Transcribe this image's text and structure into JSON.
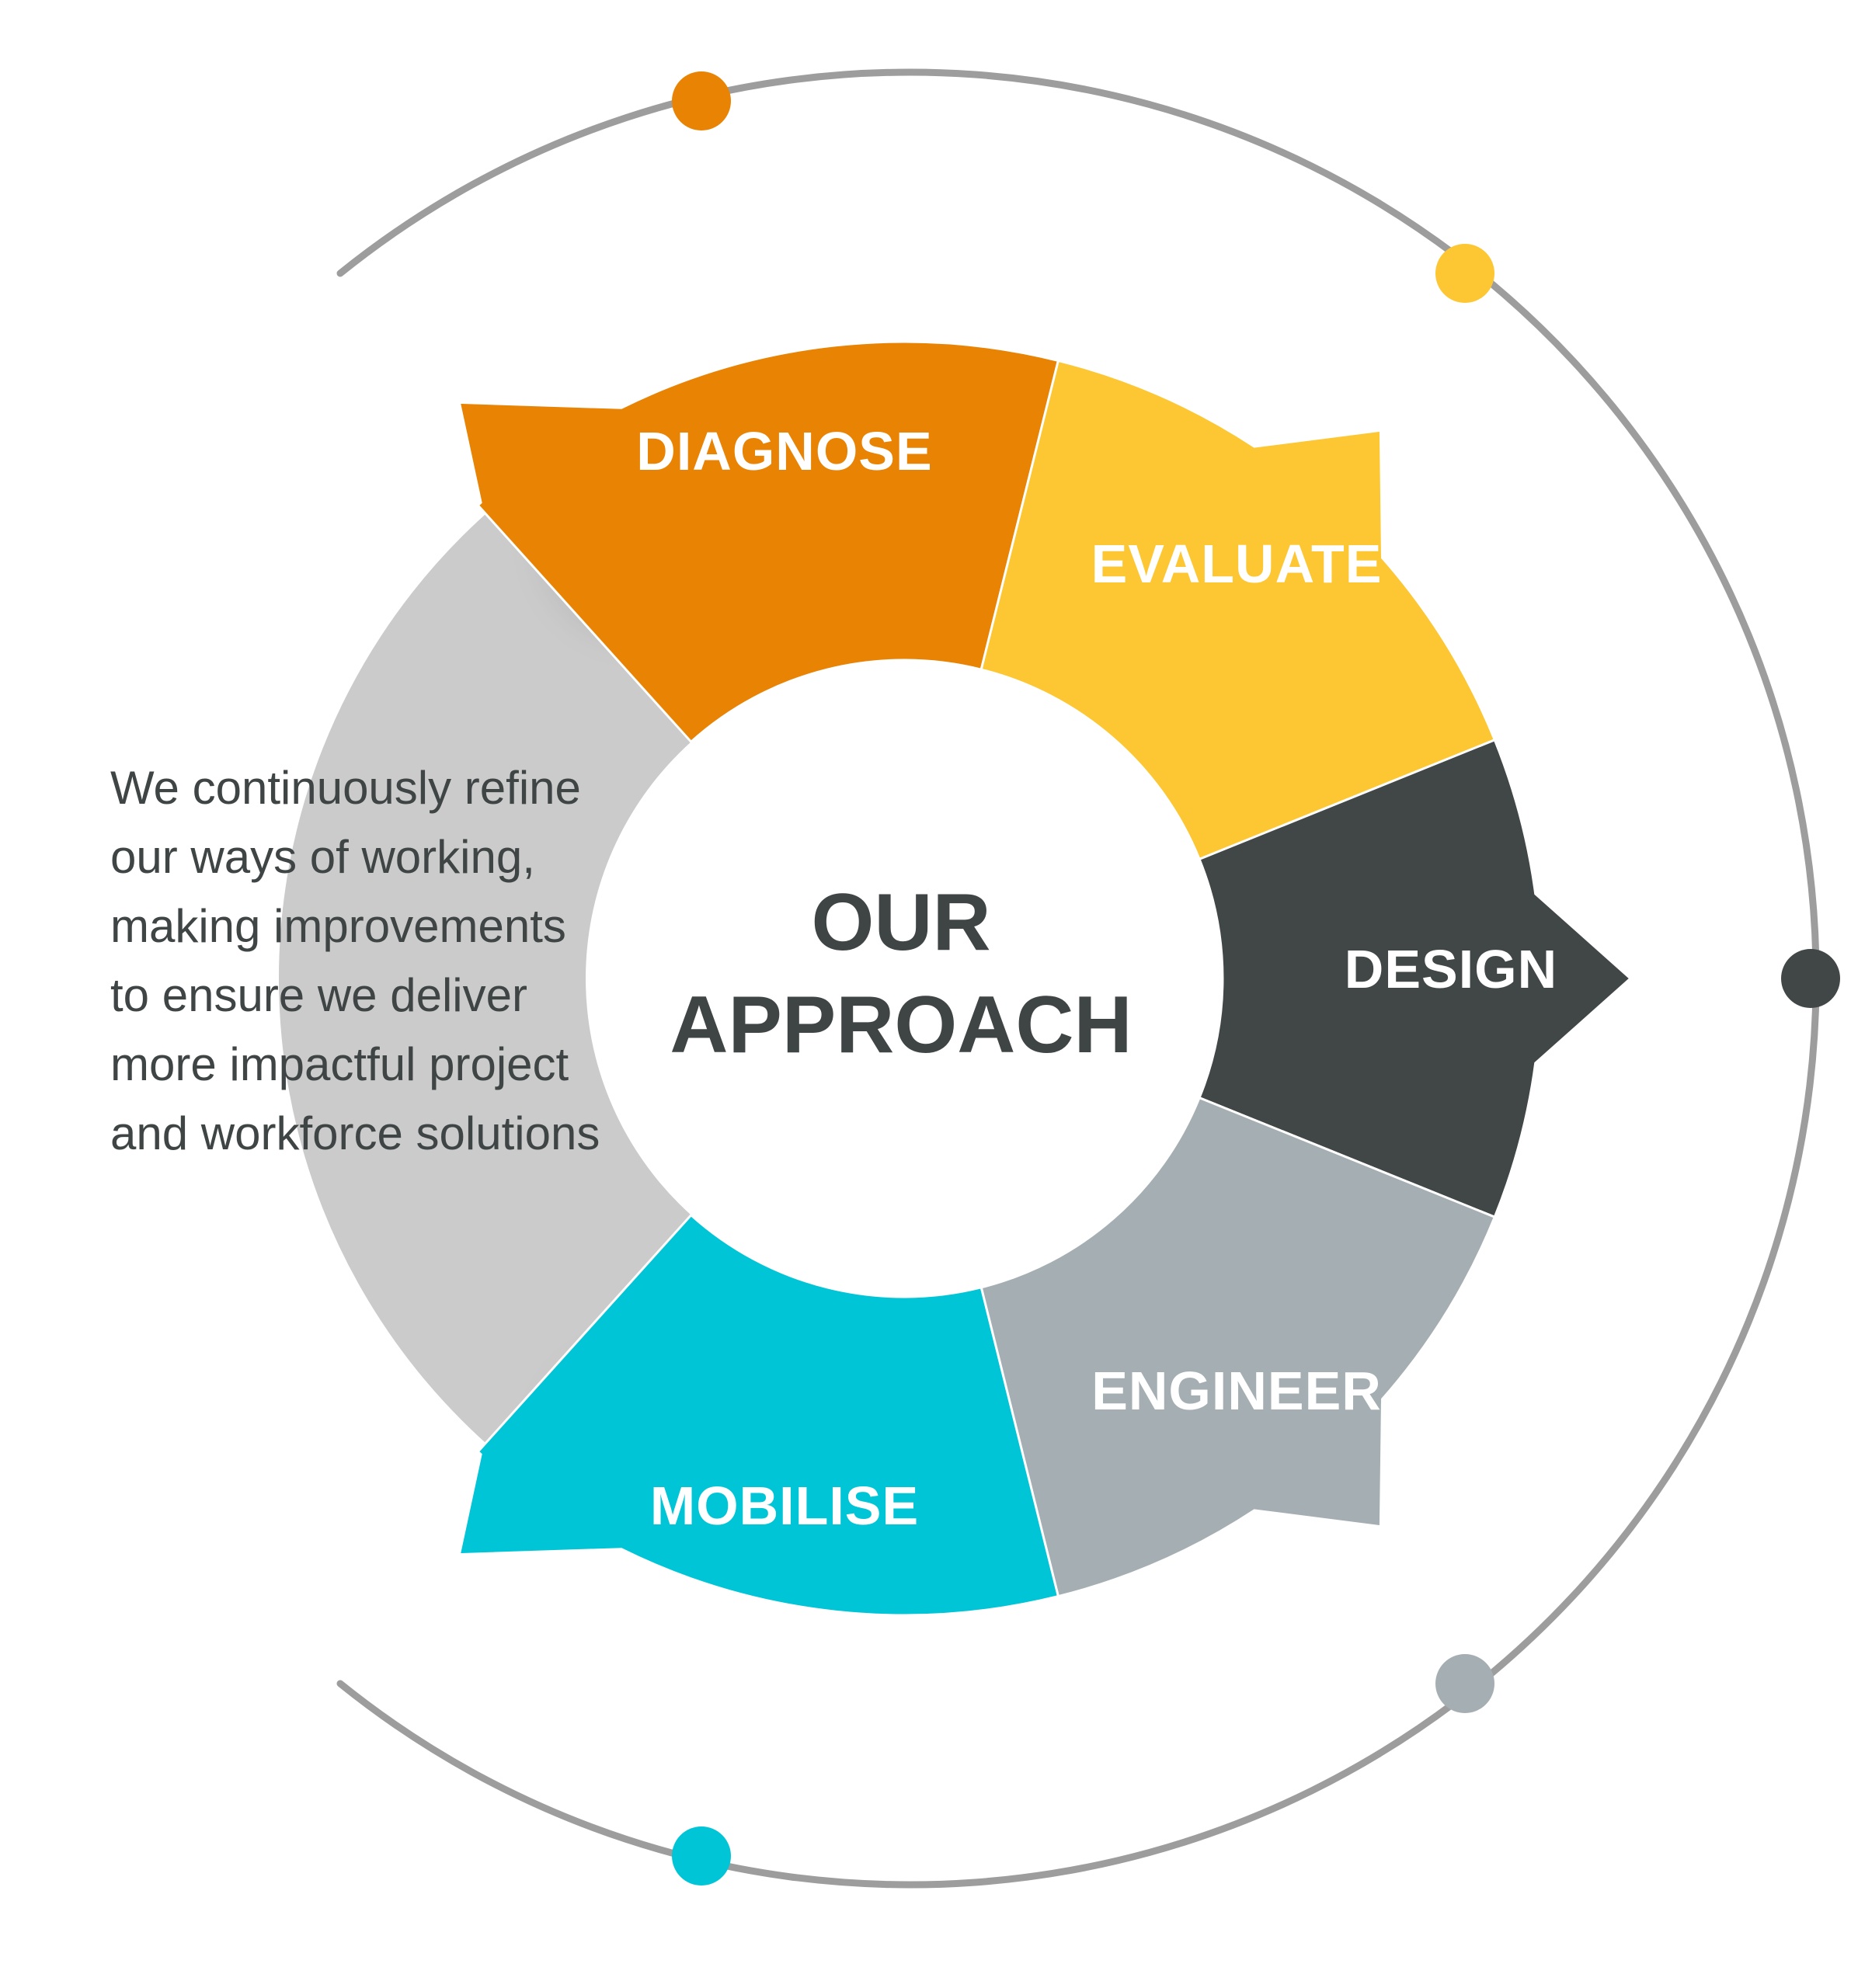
{
  "diagram": {
    "center_title": {
      "line1": "OUR",
      "line2": "APPROACH"
    },
    "description_lines": [
      "We continuously refine",
      "our ways of working,",
      "making improvements",
      "to ensure we deliver",
      "more impactful project",
      "and workforce solutions"
    ],
    "segments": [
      {
        "label": "DIAGNOSE",
        "color": "#e88304"
      },
      {
        "label": "EVALUATE",
        "color": "#fcc733"
      },
      {
        "label": "DESIGN",
        "color": "#414646"
      },
      {
        "label": "ENGINEER",
        "color": "#a4aeb3"
      },
      {
        "label": "MOBILISE",
        "color": "#00c5d7"
      }
    ],
    "ring_color": "#cbcbcb",
    "orbit_color": "#9d9d9d",
    "orbit_dots": [
      "#e88304",
      "#fcc733",
      "#414646",
      "#a4aeb3",
      "#00c5d7"
    ]
  }
}
